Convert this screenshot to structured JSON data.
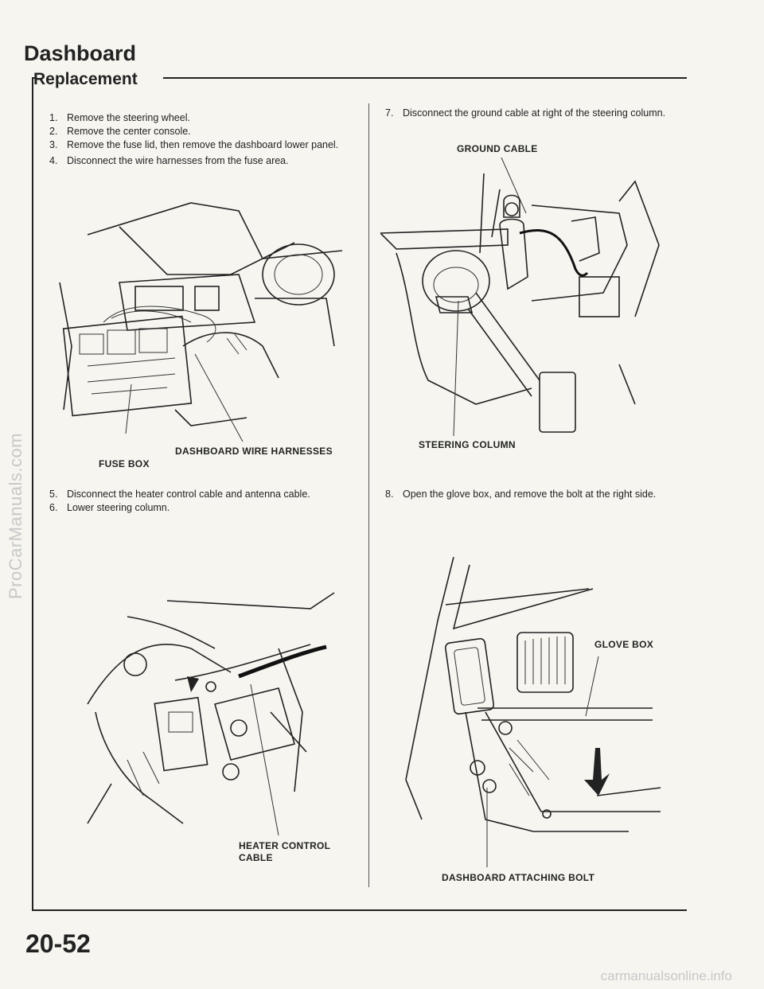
{
  "watermark": "ProCarManuals.com",
  "title": "Dashboard",
  "subtitle": "Replacement",
  "left_steps_1": [
    {
      "num": "1.",
      "text": "Remove the steering wheel."
    },
    {
      "num": "2.",
      "text": "Remove the center console."
    },
    {
      "num": "3.",
      "text": "Remove the fuse lid, then remove the dashboard lower panel."
    },
    {
      "num": "4.",
      "text": "Disconnect the wire harnesses from the fuse area."
    }
  ],
  "left_steps_2": [
    {
      "num": "5.",
      "text": "Disconnect the heater control cable and antenna cable."
    },
    {
      "num": "6.",
      "text": "Lower steering column."
    }
  ],
  "right_steps_1": [
    {
      "num": "7.",
      "text": "Disconnect the ground cable at right of the steering column."
    }
  ],
  "right_steps_2": [
    {
      "num": "8.",
      "text": "Open the glove box, and remove the bolt at the right side."
    }
  ],
  "callouts": {
    "fuse_box": "FUSE BOX",
    "dashboard_wire_harnesses": "DASHBOARD WIRE HARNESSES",
    "ground_cable": "GROUND CABLE",
    "steering_column": "STEERING COLUMN",
    "heater_control_cable_1": "HEATER CONTROL",
    "heater_control_cable_2": "CABLE",
    "glove_box": "GLOVE BOX",
    "dashboard_attaching_bolt": "DASHBOARD ATTACHING BOLT"
  },
  "page_number": "20-52",
  "footer": "carmanualsonline.info"
}
